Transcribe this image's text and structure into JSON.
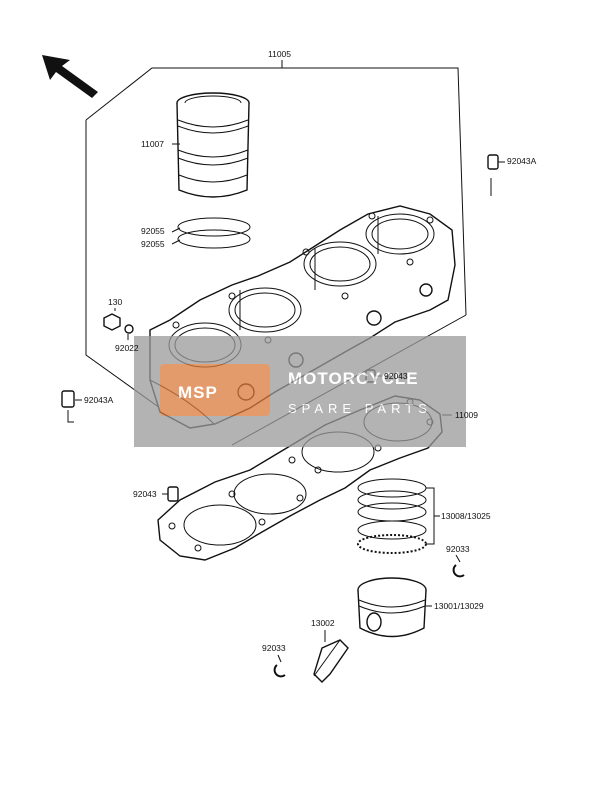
{
  "diagram": {
    "part_labels": {
      "cylinder_block": "11005",
      "cylinder_sleeve": "11007",
      "ring_upper": "92055",
      "ring_lower": "92055",
      "bolt": "130",
      "washer": "92022",
      "dowel_top_right": "92043A",
      "dowel_left": "92043A",
      "dowel_center": "92043",
      "dowel_lower_left": "92043",
      "gasket": "11009",
      "piston_rings": "13008/13025",
      "circlip_right": "92033",
      "piston": "13001/13029",
      "pin": "13002",
      "circlip_left": "92033"
    },
    "watermark": {
      "title": "MOTORCYCLE",
      "subtitle": "SPARE PARTS",
      "logo_text": "MSP"
    },
    "colors": {
      "line": "#111111",
      "watermark_bg": "#9a9a9a",
      "logo_accent": "#e8742a"
    },
    "icons": {
      "direction_arrow": "arrow-up-left-icon"
    }
  }
}
